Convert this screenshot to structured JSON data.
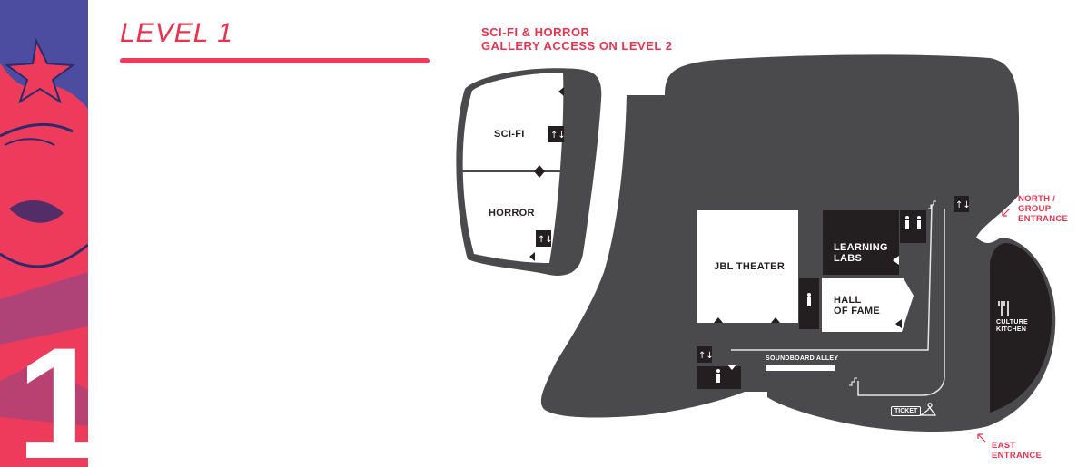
{
  "side_panel": {
    "number": "1",
    "colors": {
      "pink": "#ef3b5b",
      "blue": "#3a4fa8"
    }
  },
  "header": {
    "title": "LEVEL 1",
    "notes": [
      "SCI-FI & HORROR",
      "GALLERY ACCESS ON LEVEL 2"
    ]
  },
  "rooms": {
    "sci_fi": "SCI-FI",
    "horror": "HORROR",
    "jbl_theater": "JBL THEATER",
    "learning_labs": [
      "LEARNING",
      "LABS"
    ],
    "hall_of_fame": [
      "HALL",
      "OF FAME"
    ],
    "culture_kitchen": [
      "CULTURE",
      "KITCHEN"
    ],
    "soundboard_alley": "SOUNDBOARD ALLEY",
    "ticket": "TICKET"
  },
  "entrances": {
    "north_group": [
      "NORTH / GROUP",
      "ENTRANCE"
    ],
    "east": [
      "EAST",
      "ENTRANCE"
    ]
  },
  "icons": [
    "elevator-icon",
    "restroom-icon",
    "stairs-icon",
    "utensils-icon",
    "coat-check-icon",
    "door-marker-icon",
    "entrance-arrow-icon"
  ],
  "palette": {
    "building": "#4a4a4d",
    "dark_room": "#231f20",
    "room_fill": "#ffffff",
    "accent": "#e8334f"
  }
}
